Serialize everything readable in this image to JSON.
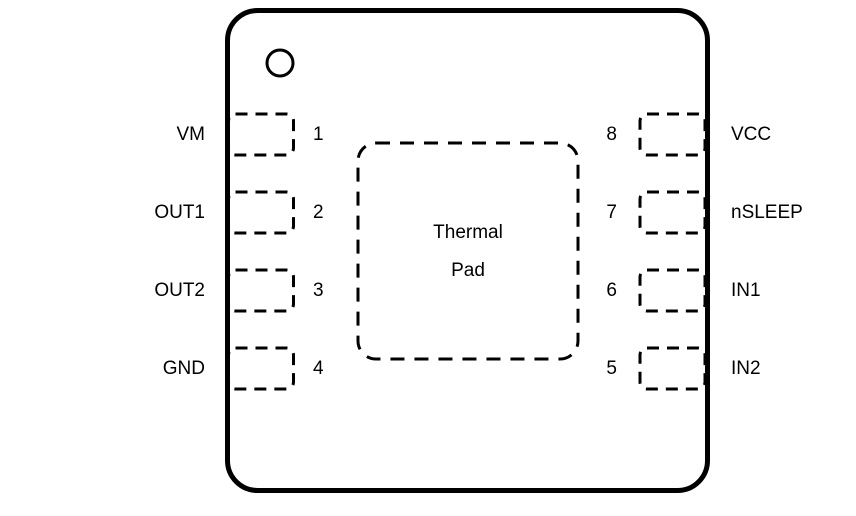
{
  "diagram": {
    "kind": "ic-package-pinout",
    "package_shape": "rounded-square-8-pin-with-thermal-pad",
    "colors": {
      "line": "#000000",
      "background": "#ffffff"
    },
    "thermal_pad": {
      "line1": "Thermal",
      "line2": "Pad"
    },
    "pins": {
      "left": [
        {
          "number": "1",
          "name": "VM"
        },
        {
          "number": "2",
          "name": "OUT1"
        },
        {
          "number": "3",
          "name": "OUT2"
        },
        {
          "number": "4",
          "name": "GND"
        }
      ],
      "right": [
        {
          "number": "8",
          "name": "VCC"
        },
        {
          "number": "7",
          "name": "nSLEEP"
        },
        {
          "number": "6",
          "name": "IN1"
        },
        {
          "number": "5",
          "name": "IN2"
        }
      ]
    }
  }
}
